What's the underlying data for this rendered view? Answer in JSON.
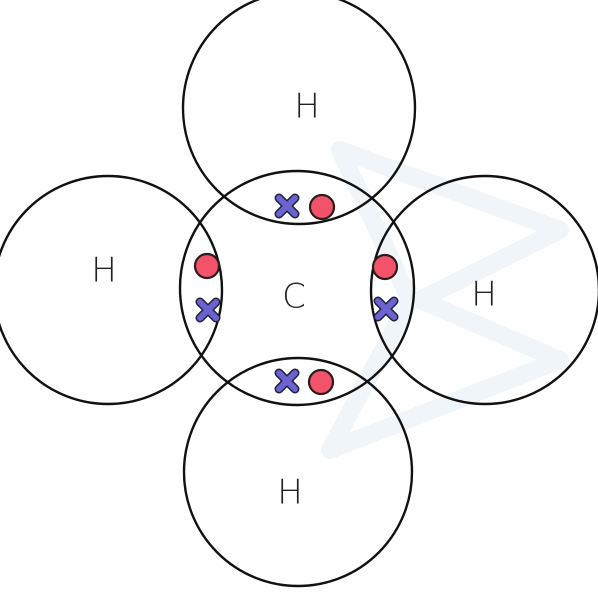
{
  "diagram": {
    "central_atom": {
      "symbol": "C"
    },
    "outer_atoms": [
      {
        "symbol": "H",
        "position": "top"
      },
      {
        "symbol": "H",
        "position": "left"
      },
      {
        "symbol": "H",
        "position": "right"
      },
      {
        "symbol": "H",
        "position": "bottom"
      }
    ],
    "bonding_pairs": [
      {
        "position": "top",
        "electrons": [
          "cross",
          "dot"
        ]
      },
      {
        "position": "left",
        "electrons": [
          "dot",
          "cross"
        ]
      },
      {
        "position": "right",
        "electrons": [
          "dot",
          "cross"
        ]
      },
      {
        "position": "bottom",
        "electrons": [
          "cross",
          "dot"
        ]
      }
    ],
    "colors": {
      "dot": "#f2536a",
      "cross": "#6b63cf",
      "outline": "#111111",
      "watermark": "#eef4f8"
    },
    "icons": {
      "dot": "circle",
      "cross": "x-mark"
    }
  }
}
